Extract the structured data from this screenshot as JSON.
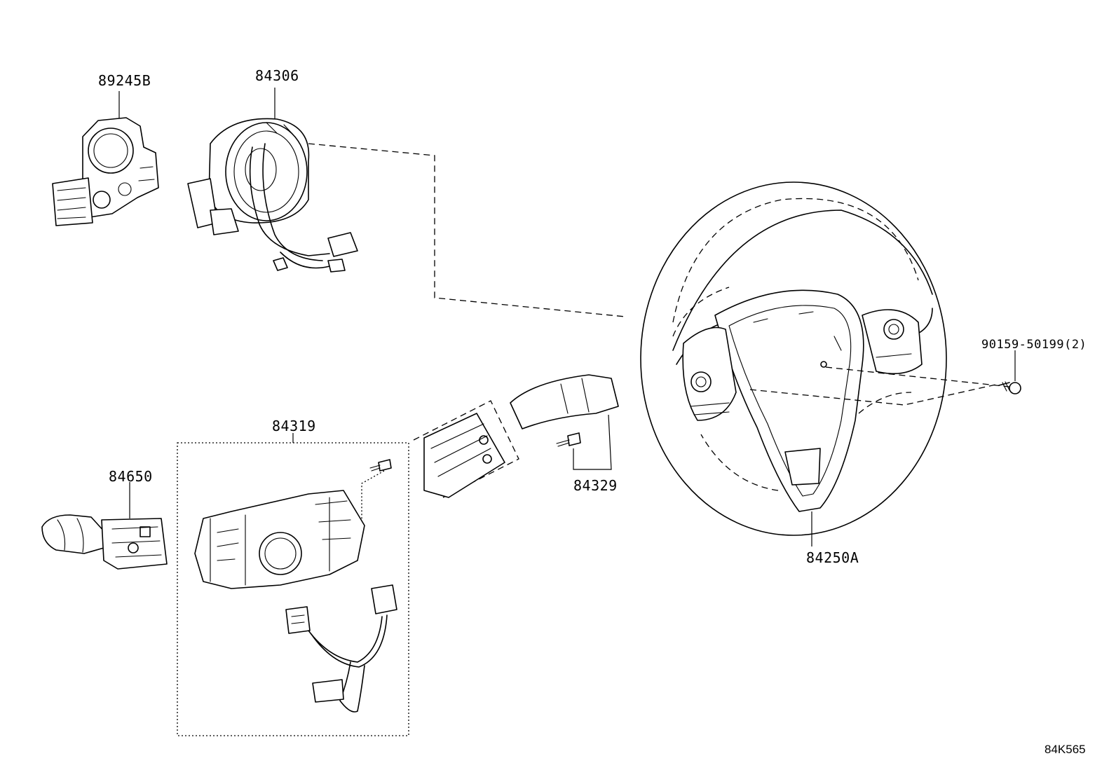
{
  "parts": {
    "clock_spring_sensor": "89245B",
    "spiral_cable": "84306",
    "switch_assembly": "84319",
    "wiper_switch": "84650",
    "turn_signal_switch": "84329",
    "steering_wheel_switch": "84250A",
    "screw": "90159-50199(2)"
  },
  "diagram_code": "84K565"
}
